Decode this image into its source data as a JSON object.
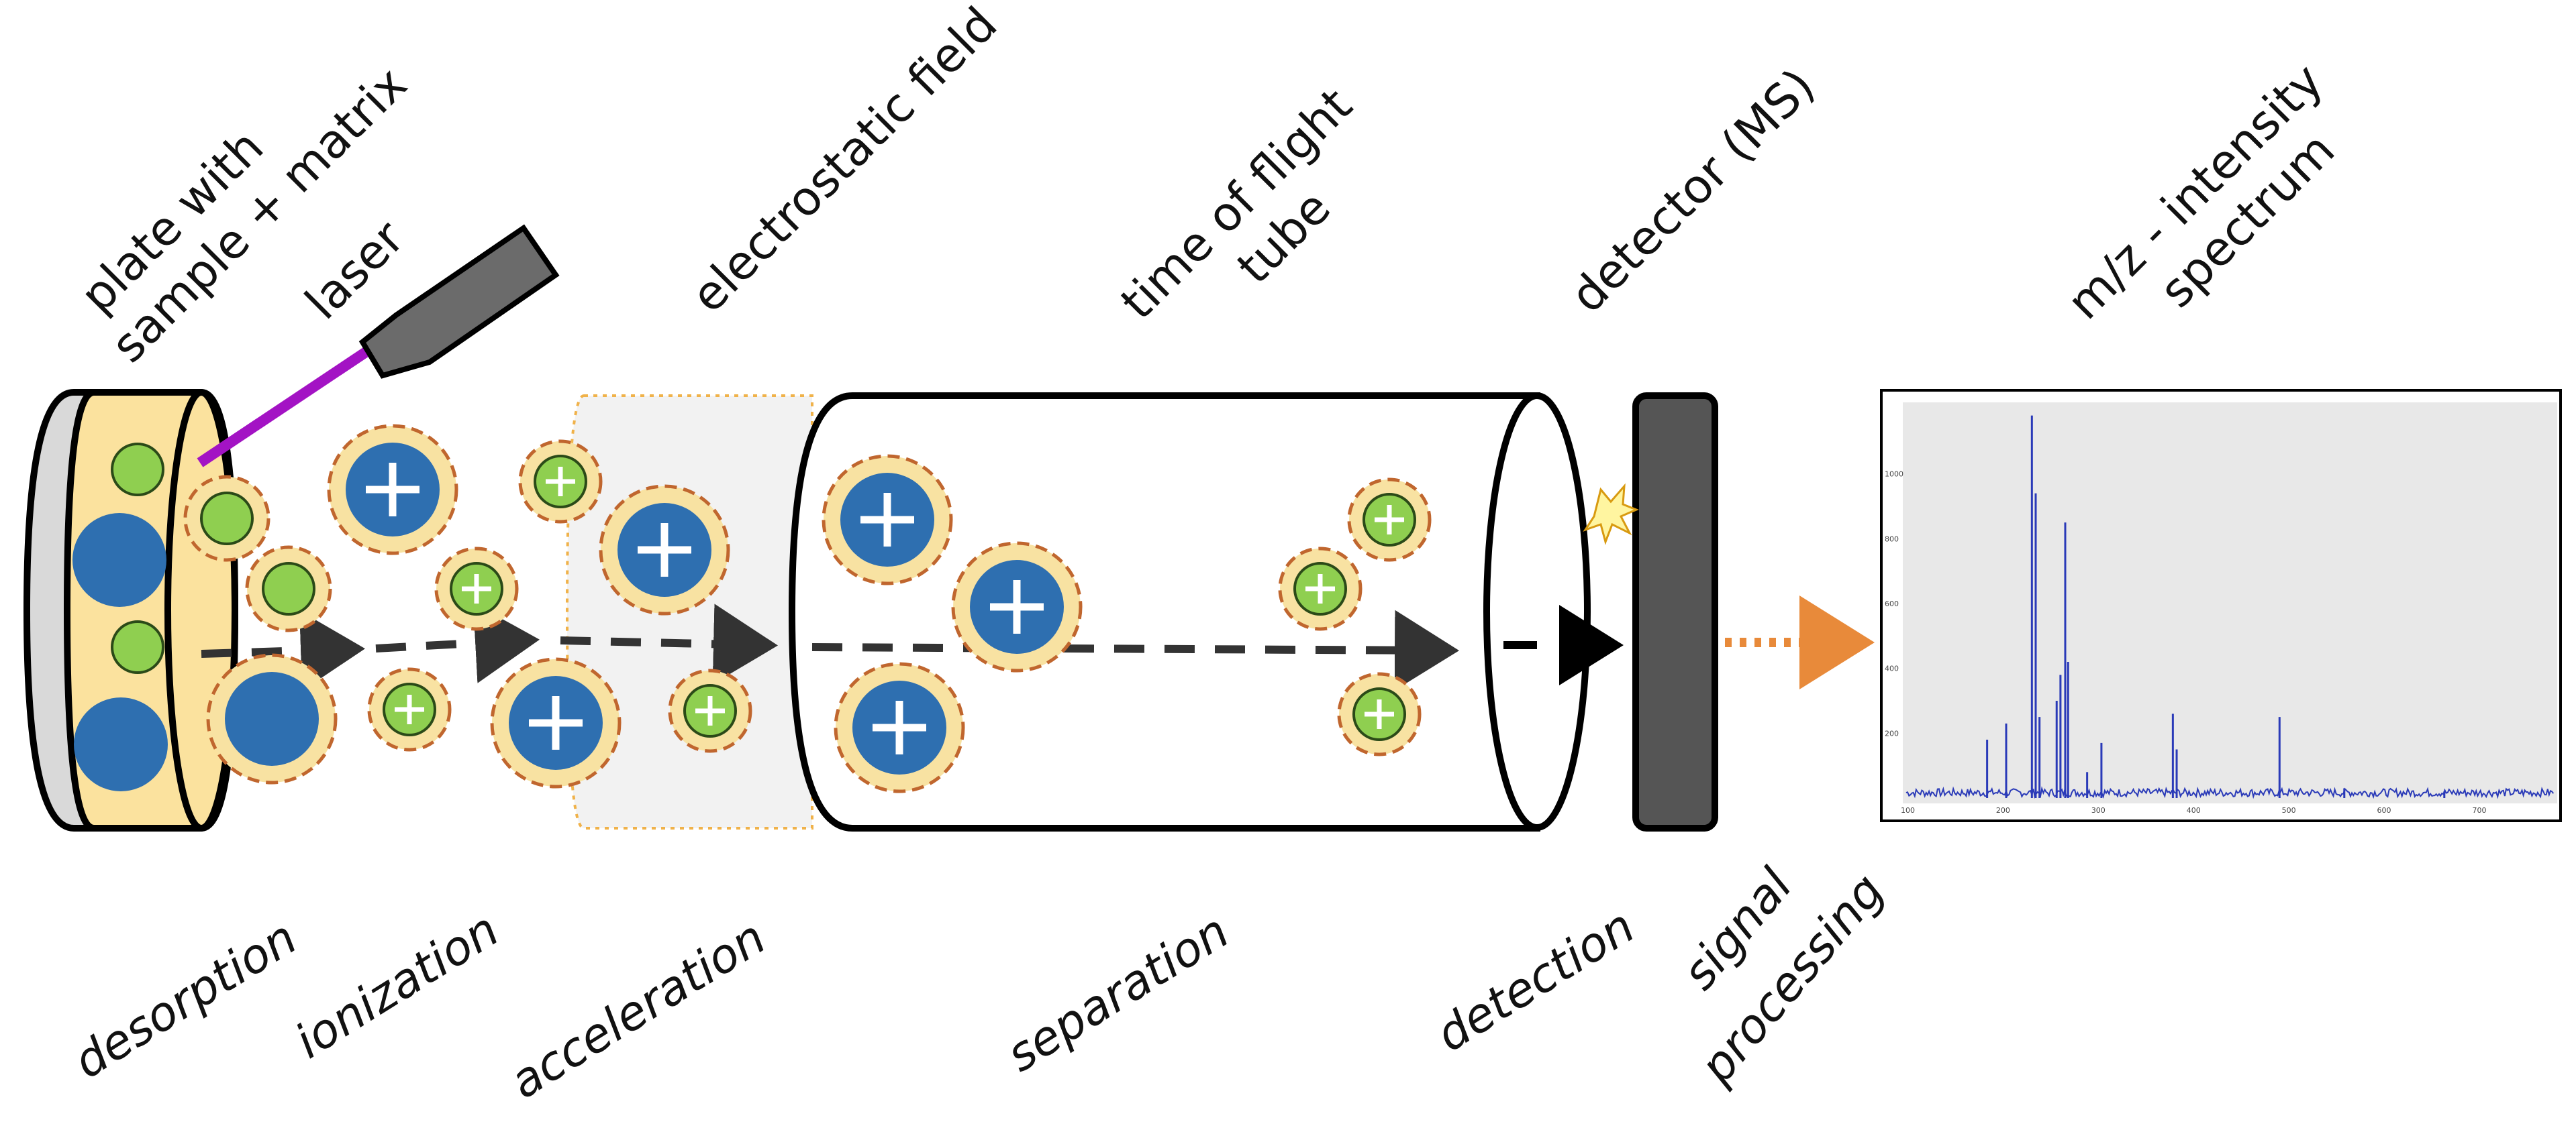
{
  "labels": {
    "plate": [
      "plate with",
      "sample + matrix"
    ],
    "laser": "laser",
    "electrostatic_field": "electrostatic field",
    "tof_tube": [
      "time of flight",
      "tube"
    ],
    "detector": "detector (MS)",
    "spectrum": [
      "m/z - intensity",
      "spectrum"
    ]
  },
  "steps": {
    "desorption": "desorption",
    "ionization": "ionization",
    "acceleration": "acceleration",
    "separation": "separation",
    "detection": "detection",
    "signal_processing": [
      "signal",
      "processing"
    ]
  },
  "colors": {
    "ion_blue": "#2e6fb0",
    "ion_green": "#8fcf50",
    "halo_fill": "#f8e2a2",
    "halo_stroke": "#c0662e",
    "plate_fill": "#fbe29e",
    "laser_beam": "#a313c4",
    "laser_body": "#6b6b6b",
    "detector_body": "#555555",
    "signal_arrow": "#e88a3a",
    "spectrum_line": "#2a3ab8",
    "spectrum_bg": "#e8e8e8"
  },
  "spectrum": {
    "x_ticks": [
      "100",
      "200",
      "300",
      "400",
      "500",
      "600",
      "700"
    ],
    "y_ticks": [
      "200",
      "400",
      "600",
      "800",
      "1000"
    ],
    "peaks": [
      {
        "mz": 185,
        "intensity": 180
      },
      {
        "mz": 205,
        "intensity": 230
      },
      {
        "mz": 232,
        "intensity": 1180
      },
      {
        "mz": 236,
        "intensity": 940
      },
      {
        "mz": 240,
        "intensity": 250
      },
      {
        "mz": 258,
        "intensity": 300
      },
      {
        "mz": 262,
        "intensity": 380
      },
      {
        "mz": 267,
        "intensity": 850
      },
      {
        "mz": 270,
        "intensity": 420
      },
      {
        "mz": 290,
        "intensity": 80
      },
      {
        "mz": 305,
        "intensity": 170
      },
      {
        "mz": 380,
        "intensity": 260
      },
      {
        "mz": 384,
        "intensity": 150
      },
      {
        "mz": 492,
        "intensity": 250
      },
      {
        "mz": 560,
        "intensity": 30
      },
      {
        "mz": 665,
        "intensity": 20
      }
    ]
  }
}
